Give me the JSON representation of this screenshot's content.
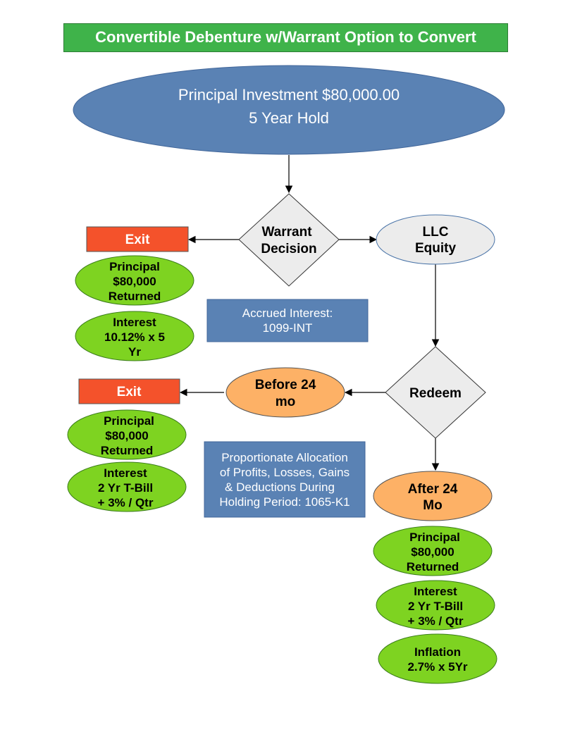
{
  "title": "Convertible Debenture w/Warrant Option to Convert",
  "principal_node": {
    "line1": "Principal Investment $80,000.00",
    "line2": "5 Year Hold"
  },
  "warrant_decision": {
    "line1": "Warrant",
    "line2": "Decision"
  },
  "llc_equity": {
    "line1": "LLC",
    "line2": "Equity"
  },
  "redeem": {
    "label": "Redeem"
  },
  "exit_top": {
    "label": "Exit"
  },
  "exit_bottom": {
    "label": "Exit"
  },
  "before_24": {
    "line1": "Before 24",
    "line2": "mo"
  },
  "after_24": {
    "line1": "After 24",
    "line2": "Mo"
  },
  "accrued_box": {
    "line1": "Accrued Interest:",
    "line2": "1099-INT"
  },
  "allocation_box": {
    "line1": "Proportionate Allocation",
    "line2": "of Profits, Losses, Gains",
    "line3": "& Deductions During",
    "line4": "Holding Period: 1065-K1"
  },
  "exit_top_outcomes": {
    "principal": {
      "line1": "Principal",
      "line2": "$80,000",
      "line3": "Returned"
    },
    "interest": {
      "line1": "Interest",
      "line2": "10.12% x 5",
      "line3": "Yr"
    }
  },
  "exit_bottom_outcomes": {
    "principal": {
      "line1": "Principal",
      "line2": "$80,000",
      "line3": "Returned"
    },
    "interest": {
      "line1": "Interest",
      "line2": "2 Yr T-Bill",
      "line3": "+ 3% / Qtr"
    }
  },
  "after_outcomes": {
    "principal": {
      "line1": "Principal",
      "line2": "$80,000",
      "line3": "Returned"
    },
    "interest": {
      "line1": "Interest",
      "line2": "2 Yr T-Bill",
      "line3": "+ 3% / Qtr"
    },
    "inflation": {
      "line1": "Inflation",
      "line2": "2.7% x 5Yr"
    }
  },
  "colors": {
    "title_green": "#3fb34a",
    "blue": "#5a82b4",
    "exit_red": "#f4522b",
    "outcome_green": "#7ed321",
    "orange": "#fdb166",
    "gray": "#ececec"
  }
}
